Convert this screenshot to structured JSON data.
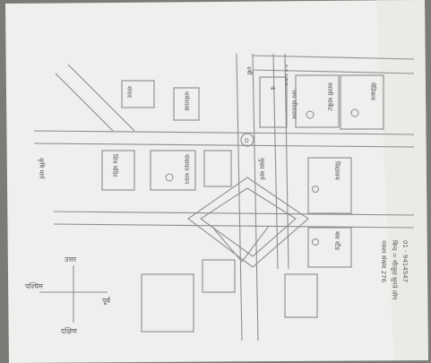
{
  "colors": {
    "paper": "#f1f1ef",
    "background": "#7d7b78",
    "pencil": "#8a8a8a",
    "ink": "#5b5b5b"
  },
  "labels": {
    "top_road_left": "४बी",
    "top_road_right": "० ० ० ० ०",
    "shop_left": "जय सीताराम",
    "shop_middle": "स्वामी मार्केट",
    "shop_right": "मेडिकल",
    "shop_sub": "4",
    "circle_mark": "D",
    "block_a": "मंगल",
    "block_b": "धर्मशाला",
    "block_c": "शिव मंदिर",
    "block_d": "पंचायत भवन",
    "block_e": "विद्यालय",
    "block_f": "बस स्टैंड",
    "main_road": "मुख्य मार्ग",
    "west_road": "कृषि मार्ग",
    "compass_n": "उत्तर",
    "compass_s": "दक्षिण",
    "compass_e": "पूर्व",
    "compass_w": "पश्चिम",
    "note_line1": "नक्शा संख्या 276",
    "note_line2": "बिन्द = मौजूदा सुनते लोग",
    "note_line3": "01 - 9414547"
  }
}
